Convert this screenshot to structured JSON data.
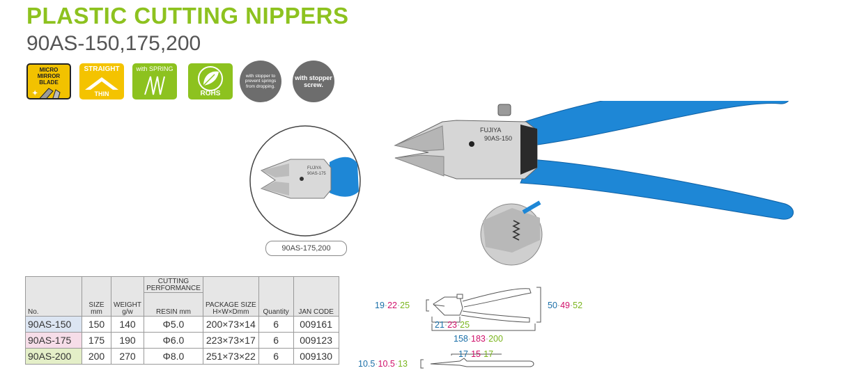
{
  "title": "PLASTIC CUTTING NIPPERS",
  "subtitle": "90AS-150,175,200",
  "badges": {
    "micro_mirror": "MICRO MIRROR BLADE",
    "straight": "STRAIGHT",
    "thin": "THIN",
    "spring": "with SPRING",
    "rohs": "ROHS",
    "stopper_springs": "with stopper to prevent springs from dropping.",
    "stopper_screw": "with stopper screw."
  },
  "photo": {
    "brand_engraving": "FUJIYA",
    "model_engraving": "90AS-150",
    "inset_brand": "FUJIYA",
    "inset_model": "90AS-175",
    "inset_label": "90AS-175,200"
  },
  "table": {
    "headers": {
      "no": "No.",
      "size": "SIZE",
      "size_unit": "mm",
      "weight": "WEIGHT",
      "weight_unit": "g/w",
      "cutting": "CUTTING PERFORMANCE",
      "resin": "RESIN mm",
      "package": "PACKAGE SIZE",
      "package_unit": "H×W×Dmm",
      "quantity": "Quantity",
      "jan": "JAN CODE"
    },
    "rows": [
      {
        "model": "90AS-150",
        "size": "150",
        "weight": "140",
        "resin": "Φ5.0",
        "package": "200×73×14",
        "quantity": "6",
        "jan": "009161"
      },
      {
        "model": "90AS-175",
        "size": "175",
        "weight": "190",
        "resin": "Φ6.0",
        "package": "223×73×17",
        "quantity": "6",
        "jan": "009123"
      },
      {
        "model": "90AS-200",
        "size": "200",
        "weight": "270",
        "resin": "Φ8.0",
        "package": "251×73×22",
        "quantity": "6",
        "jan": "009130"
      }
    ]
  },
  "dimensions": {
    "jaw_length": {
      "a": "19",
      "b": "22",
      "c": "25"
    },
    "width": {
      "a": "50",
      "b": "49",
      "c": "52"
    },
    "head_length": {
      "a": "21",
      "b": "23",
      "c": "25"
    },
    "overall_length": {
      "a": "158",
      "b": "183",
      "c": "200"
    },
    "thickness": {
      "a": "10.5",
      "b": "10.5",
      "c": "13"
    },
    "head_offset": {
      "a": "17",
      "b": "15",
      "c": "17"
    },
    "separator": "·"
  },
  "colors": {
    "title_green": "#8dc21f",
    "handle_blue": "#1e87d6",
    "dim_blue": "#1a6fa8",
    "dim_magenta": "#d0106a",
    "dim_green": "#7ab51d"
  }
}
